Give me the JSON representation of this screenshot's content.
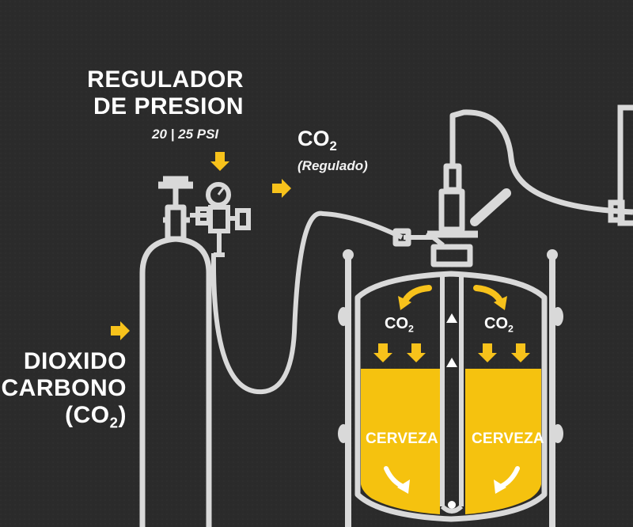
{
  "labels": {
    "regulator_line1": "REGULADOR",
    "regulator_line2": "DE PRESION",
    "pressure": "20 | 25 PSI",
    "co2_main": "CO",
    "co2_sub": "2",
    "regulated": "(Regulado)",
    "dioxide_line1": "DIOXIDO",
    "dioxide_line2": "E CARBONO",
    "dioxide_line3_pre": "(CO",
    "dioxide_line3_sub": "2",
    "dioxide_line3_post": ")",
    "co2_left": "CO",
    "co2_left_sub": "2",
    "co2_right": "CO",
    "co2_right_sub": "2",
    "beer_left": "CERVEZA",
    "beer_right": "CERVEZA"
  },
  "icons": [
    "arrow-right-icon",
    "arrow-down-icon",
    "curved-arrow-icon",
    "up-arrow-icon",
    "co2-cylinder",
    "pressure-gauge",
    "keg",
    "tap-valve"
  ],
  "colors": {
    "background": "#2b2b2b",
    "line": "#d9d9d9",
    "accent": "#f7c21b",
    "beer": "#f5c20f",
    "text": "#ffffff"
  }
}
